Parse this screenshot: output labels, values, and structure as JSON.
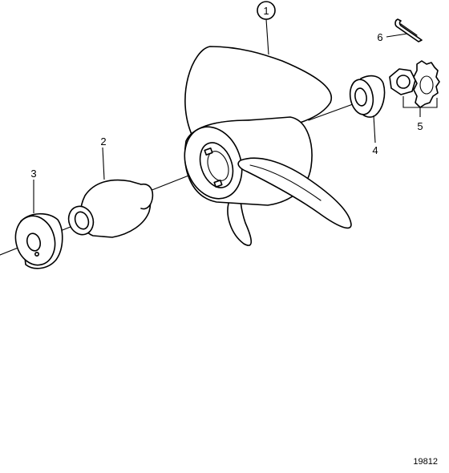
{
  "callouts": [
    {
      "label": "1",
      "circled": true
    },
    {
      "label": "2",
      "circled": false
    },
    {
      "label": "3",
      "circled": false
    },
    {
      "label": "4",
      "circled": false
    },
    {
      "label": "5",
      "circled": false
    },
    {
      "label": "6",
      "circled": false
    }
  ],
  "figure_number": "19812"
}
